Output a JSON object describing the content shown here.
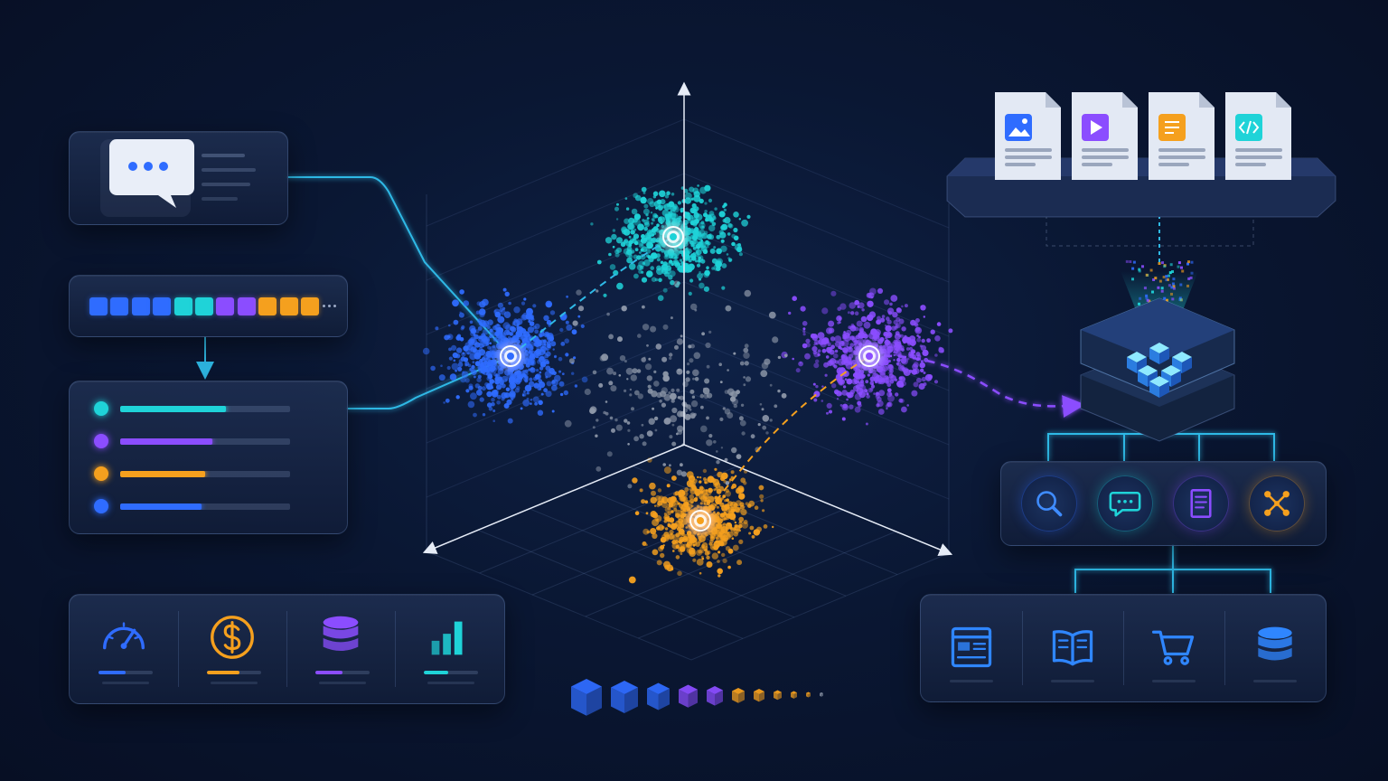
{
  "colors": {
    "background": "#0a1733",
    "panel": "#1a2a4c",
    "cyan": "#1fd3d8",
    "blue": "#2f6cff",
    "purple": "#8b4dff",
    "orange": "#f5a01e",
    "gray": "#8d97a8",
    "wire": "#2fb9e6"
  },
  "input_panel": {
    "icon": "chat-bubble-icon"
  },
  "token_strip": {
    "tokens": [
      "blue",
      "blue",
      "blue",
      "blue",
      "cyan",
      "cyan",
      "purple",
      "purple",
      "orange",
      "orange",
      "orange"
    ],
    "overflow_icon": "ellipsis-icon"
  },
  "embedding_list": {
    "items": [
      {
        "color": "cyan",
        "fill": 0.62
      },
      {
        "color": "purple",
        "fill": 0.54
      },
      {
        "color": "orange",
        "fill": 0.5
      },
      {
        "color": "blue",
        "fill": 0.48
      }
    ]
  },
  "metrics": {
    "items": [
      {
        "icon": "gauge-icon",
        "color": "blue",
        "fill": 0.5
      },
      {
        "icon": "dollar-icon",
        "color": "orange",
        "fill": 0.6
      },
      {
        "icon": "database-icon",
        "color": "purple",
        "fill": 0.5
      },
      {
        "icon": "bar-chart-icon",
        "color": "cyan",
        "fill": 0.45
      }
    ]
  },
  "vector_space": {
    "clusters": [
      {
        "name": "cyan",
        "color": "cyan"
      },
      {
        "name": "blue",
        "color": "blue"
      },
      {
        "name": "purple",
        "color": "purple"
      },
      {
        "name": "orange",
        "color": "orange"
      }
    ]
  },
  "size_scale": {
    "cubes": [
      "blue",
      "blue",
      "blue",
      "purple",
      "purple",
      "orange",
      "orange",
      "orange",
      "orange",
      "orange",
      "gray"
    ]
  },
  "documents": {
    "items": [
      {
        "icon": "image-file-icon",
        "color": "blue"
      },
      {
        "icon": "video-file-icon",
        "color": "purple"
      },
      {
        "icon": "text-file-icon",
        "color": "orange"
      },
      {
        "icon": "code-file-icon",
        "color": "cyan"
      }
    ]
  },
  "tools": {
    "items": [
      {
        "icon": "search-icon",
        "color": "blue"
      },
      {
        "icon": "chat-icon",
        "color": "cyan"
      },
      {
        "icon": "document-icon",
        "color": "purple"
      },
      {
        "icon": "network-icon",
        "color": "orange"
      }
    ]
  },
  "domains": {
    "items": [
      {
        "icon": "dashboard-icon"
      },
      {
        "icon": "book-icon"
      },
      {
        "icon": "cart-icon"
      },
      {
        "icon": "database-icon"
      }
    ]
  }
}
